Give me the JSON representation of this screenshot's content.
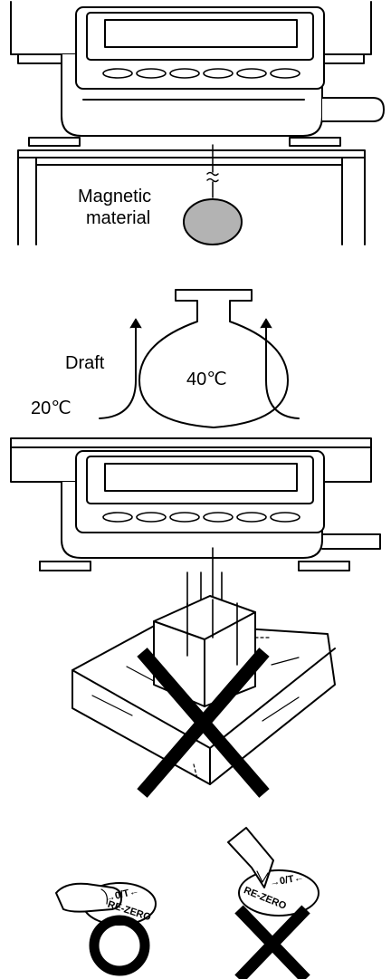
{
  "panel1": {
    "label_line1": "Magnetic",
    "label_line2": "material"
  },
  "panel2": {
    "draft_label": "Draft",
    "ambient_temp": "20℃",
    "flask_temp": "40℃"
  },
  "panel4": {
    "key_left_symbol": "→0/T←",
    "key_left_text": "RE-ZERO",
    "key_right_symbol": "→0/T←",
    "key_right_text": "RE-ZERO"
  }
}
